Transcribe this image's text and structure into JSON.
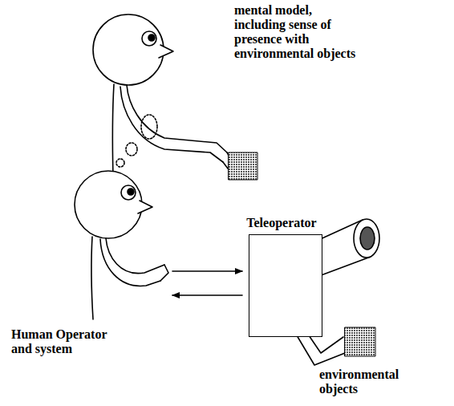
{
  "diagram": {
    "nodes": [
      {
        "text": [
          "Teleoperator"
        ]
      }
    ],
    "labels": [
      "mental model, including sense of presence with environmental objects",
      "Human Operator and system",
      "environmental objects"
    ]
  }
}
